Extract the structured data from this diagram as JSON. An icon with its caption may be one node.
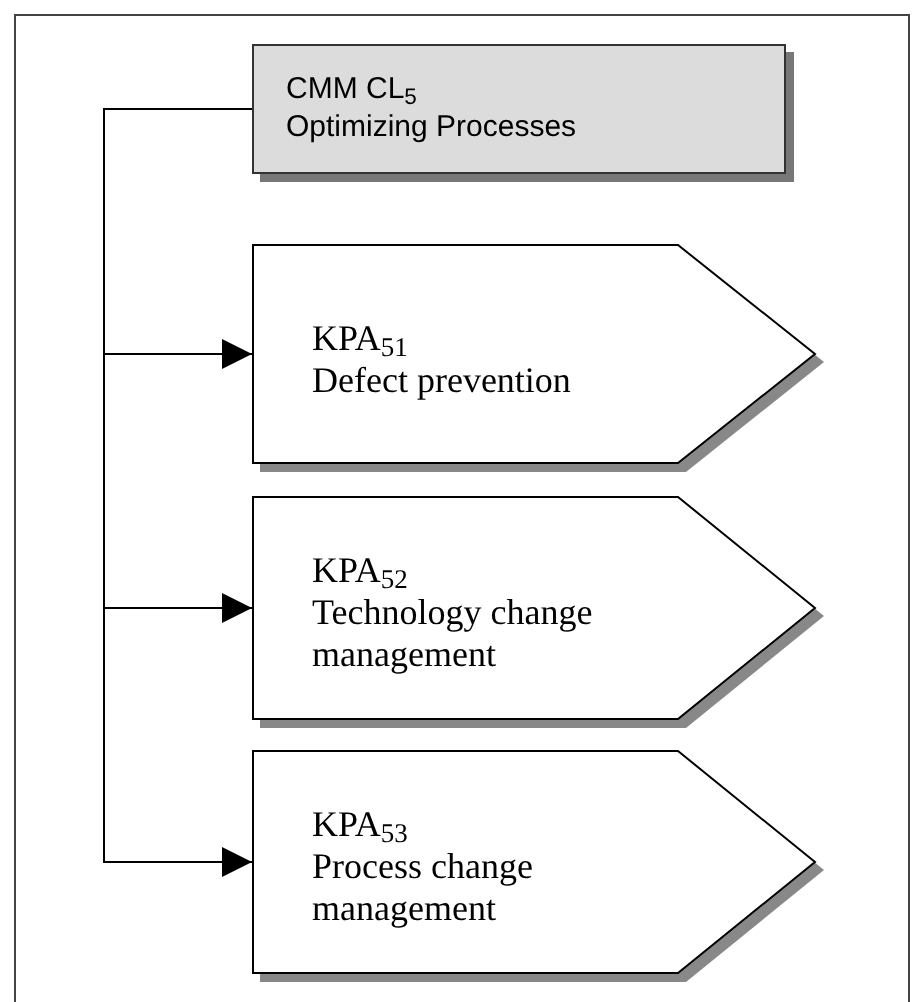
{
  "diagram": {
    "nodes": [
      {
        "text": [
          "CMM CL$_{5}$",
          "Optimizing Processes"
        ]
      },
      {
        "text": [
          "KPA$_{51}$",
          "Defect prevention"
        ]
      },
      {
        "text": [
          "KPA$_{52}$",
          "Technology change management"
        ]
      },
      {
        "text": [
          "KPA$_{53}$",
          "Process change management"
        ]
      }
    ],
    "edges": [
      {
        "from": 0,
        "to": 1,
        "arrow": "to"
      },
      {
        "from": 0,
        "to": 2,
        "arrow": "to"
      },
      {
        "from": 0,
        "to": 3,
        "arrow": "to"
      }
    ]
  }
}
